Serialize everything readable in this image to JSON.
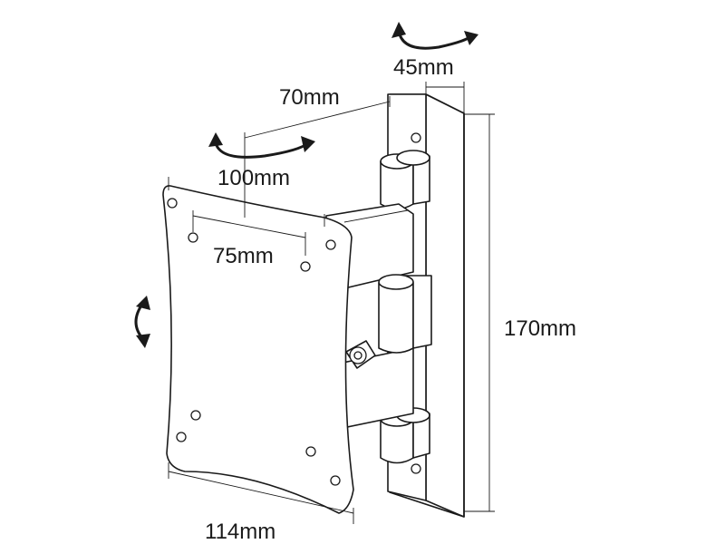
{
  "dimensions": {
    "rotation_width": "45mm",
    "arm_depth": "70mm",
    "vesa_large": "100mm",
    "vesa_small": "75mm",
    "plate_width": "114mm",
    "wall_plate_height": "170mm"
  }
}
